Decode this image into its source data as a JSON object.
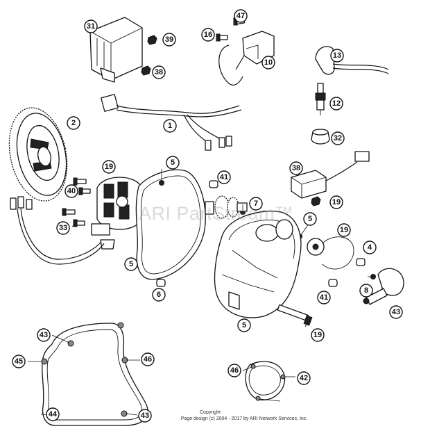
{
  "watermark": "ARI PartStream™",
  "copyright": {
    "line1": "Copyright",
    "line2": "Page design (c) 2004 - 2017 by ARI Network Services, Inc."
  },
  "callouts": [
    "31",
    "39",
    "38",
    "47",
    "16",
    "10",
    "13",
    "12",
    "32",
    "1",
    "2",
    "19",
    "5",
    "41",
    "40",
    "33",
    "38",
    "19",
    "7",
    "19",
    "5",
    "4",
    "5",
    "6",
    "41",
    "5",
    "19",
    "8",
    "43",
    "43",
    "46",
    "45",
    "44",
    "43",
    "46",
    "42"
  ]
}
